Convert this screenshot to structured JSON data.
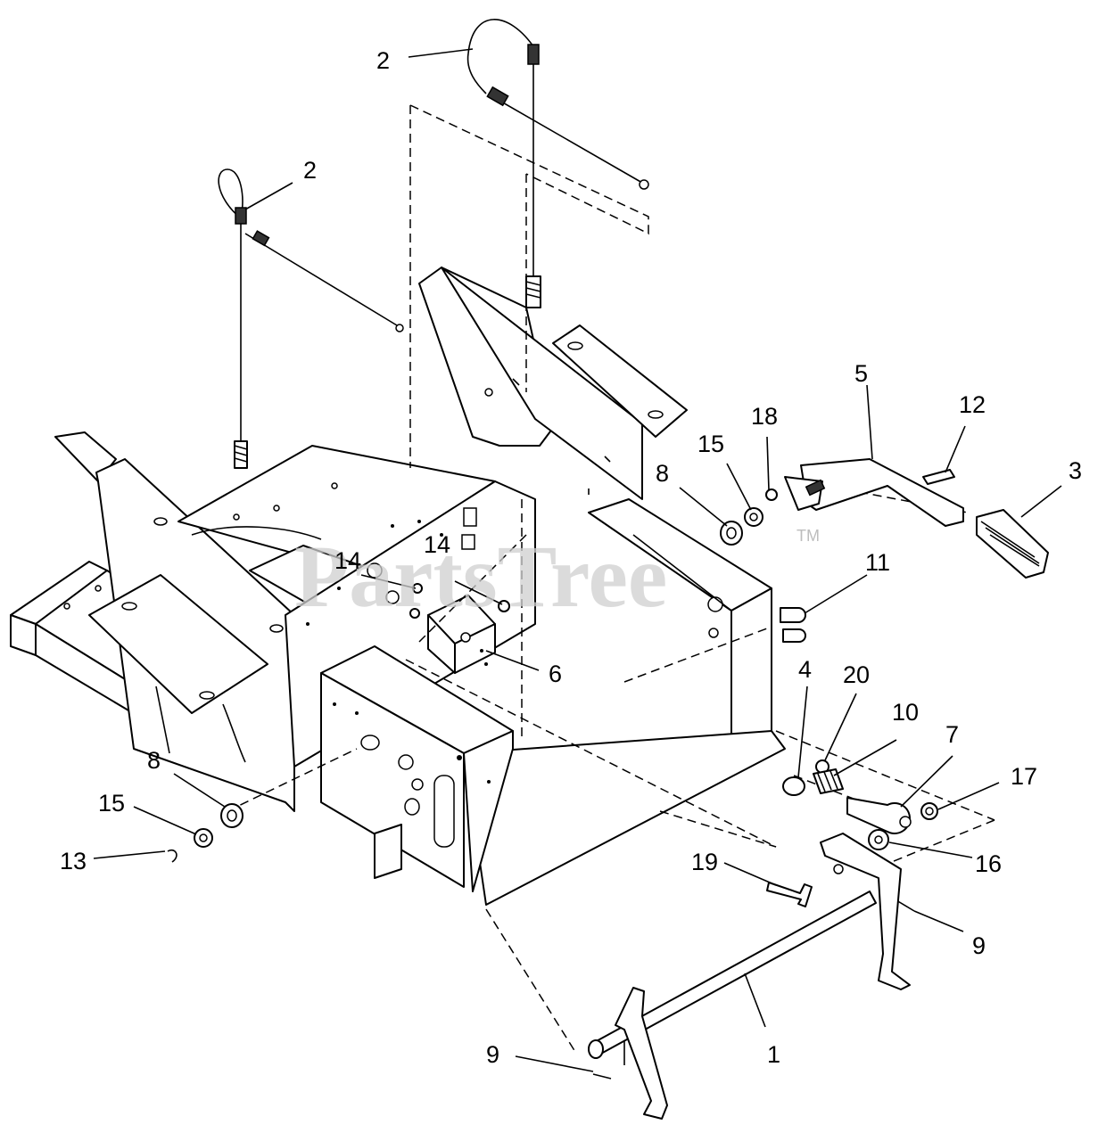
{
  "watermark": {
    "text": "PartsTree",
    "trademark": "TM"
  },
  "callouts": [
    {
      "id": "c2a",
      "label": "2"
    },
    {
      "id": "c2b",
      "label": "2"
    },
    {
      "id": "c5",
      "label": "5"
    },
    {
      "id": "c12",
      "label": "12"
    },
    {
      "id": "c3",
      "label": "3"
    },
    {
      "id": "c18",
      "label": "18"
    },
    {
      "id": "c15a",
      "label": "15"
    },
    {
      "id": "c8a",
      "label": "8"
    },
    {
      "id": "c11",
      "label": "11"
    },
    {
      "id": "c14a",
      "label": "14"
    },
    {
      "id": "c14b",
      "label": "14"
    },
    {
      "id": "c6",
      "label": "6"
    },
    {
      "id": "c4",
      "label": "4"
    },
    {
      "id": "c20",
      "label": "20"
    },
    {
      "id": "c10",
      "label": "10"
    },
    {
      "id": "c7",
      "label": "7"
    },
    {
      "id": "c17",
      "label": "17"
    },
    {
      "id": "c16",
      "label": "16"
    },
    {
      "id": "c8b",
      "label": "8"
    },
    {
      "id": "c15b",
      "label": "15"
    },
    {
      "id": "c13",
      "label": "13"
    },
    {
      "id": "c19",
      "label": "19"
    },
    {
      "id": "c9a",
      "label": "9"
    },
    {
      "id": "c9b",
      "label": "9"
    },
    {
      "id": "c1",
      "label": "1"
    }
  ]
}
